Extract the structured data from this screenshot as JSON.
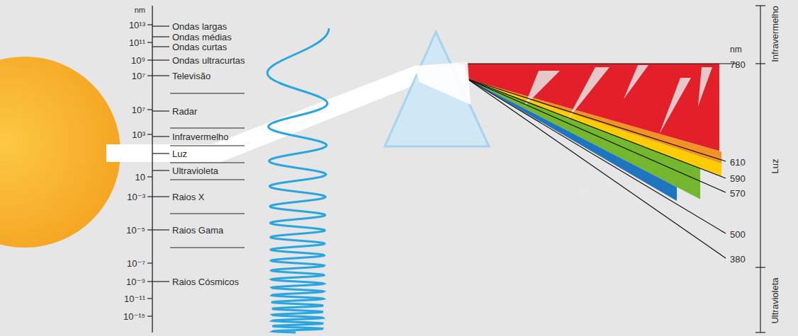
{
  "diagram": {
    "labels": [
      "nm",
      "10¹³",
      "Ondas largas",
      "10¹¹",
      "Ondas médias",
      "Ondas curtas",
      "10⁹",
      "Ondas ultracurtas",
      "10⁷",
      "Televisão",
      "10⁷",
      "Radar",
      "10³",
      "Infravermelho",
      "Luz",
      "10",
      "Ultravioleta",
      "10⁻³",
      "Raios X",
      "10⁻⁵",
      "Raios Gama",
      "10⁻⁷",
      "10⁻⁹",
      "Raios Cósmicos",
      "10⁻¹¹",
      "10⁻¹⁵",
      "Infravermelho",
      "nm",
      "780",
      "Luz",
      "610",
      "590",
      "570",
      "500",
      "380",
      "Ultravioleta"
    ]
  }
}
